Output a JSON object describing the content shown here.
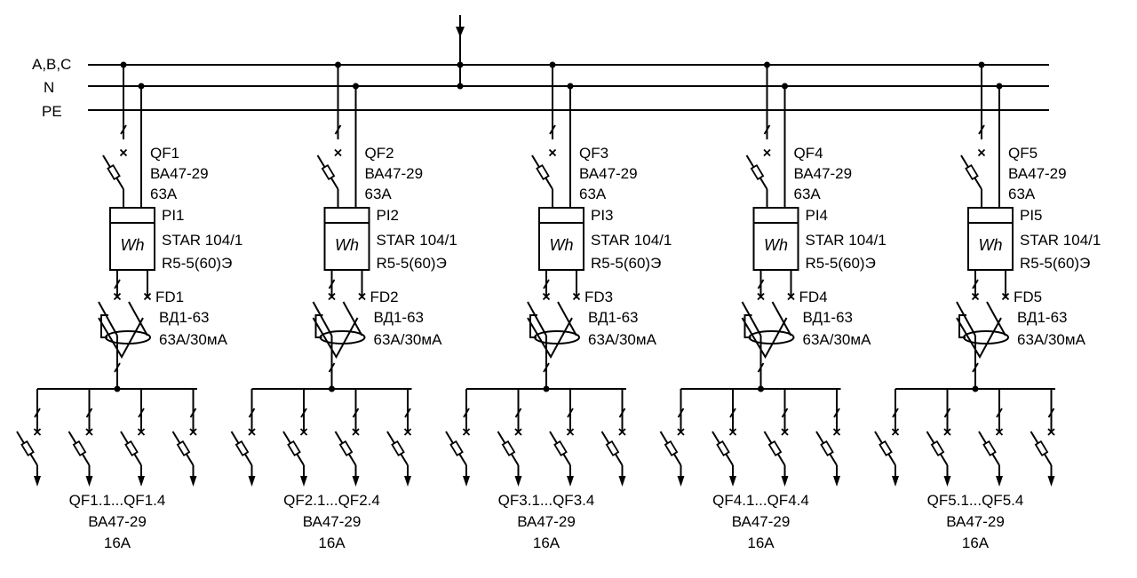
{
  "diagram": {
    "buses": [
      {
        "id": "abc",
        "label": "A,B,C"
      },
      {
        "id": "n",
        "label": "N"
      },
      {
        "id": "pe",
        "label": "PE"
      }
    ],
    "groups": [
      {
        "breaker": {
          "name": "QF1",
          "model": "ВА47-29",
          "rating": "63А"
        },
        "meter": {
          "name": "PI1",
          "model": "STAR 104/1",
          "spec": "R5-5(60)Э",
          "symbol": "Wh"
        },
        "rcd": {
          "name": "FD1",
          "model": "ВД1-63",
          "rating": "63А/30мА"
        },
        "outgoing": {
          "names": "QF1.1...QF1.4",
          "model": "ВА47-29",
          "rating": "16А"
        }
      },
      {
        "breaker": {
          "name": "QF2",
          "model": "ВА47-29",
          "rating": "63А"
        },
        "meter": {
          "name": "PI2",
          "model": "STAR 104/1",
          "spec": "R5-5(60)Э",
          "symbol": "Wh"
        },
        "rcd": {
          "name": "FD2",
          "model": "ВД1-63",
          "rating": "63А/30мА"
        },
        "outgoing": {
          "names": "QF2.1...QF2.4",
          "model": "ВА47-29",
          "rating": "16А"
        }
      },
      {
        "breaker": {
          "name": "QF3",
          "model": "ВА47-29",
          "rating": "63А"
        },
        "meter": {
          "name": "PI3",
          "model": "STAR 104/1",
          "spec": "R5-5(60)Э",
          "symbol": "Wh"
        },
        "rcd": {
          "name": "FD3",
          "model": "ВД1-63",
          "rating": "63А/30мА"
        },
        "outgoing": {
          "names": "QF3.1...QF3.4",
          "model": "ВА47-29",
          "rating": "16А"
        }
      },
      {
        "breaker": {
          "name": "QF4",
          "model": "ВА47-29",
          "rating": "63А"
        },
        "meter": {
          "name": "PI4",
          "model": "STAR 104/1",
          "spec": "R5-5(60)Э",
          "symbol": "Wh"
        },
        "rcd": {
          "name": "FD4",
          "model": "ВД1-63",
          "rating": "63А/30мА"
        },
        "outgoing": {
          "names": "QF4.1...QF4.4",
          "model": "ВА47-29",
          "rating": "16А"
        }
      },
      {
        "breaker": {
          "name": "QF5",
          "model": "ВА47-29",
          "rating": "63А"
        },
        "meter": {
          "name": "PI5",
          "model": "STAR 104/1",
          "spec": "R5-5(60)Э",
          "symbol": "Wh"
        },
        "rcd": {
          "name": "FD5",
          "model": "ВД1-63",
          "rating": "63А/30мА"
        },
        "outgoing": {
          "names": "QF5.1...QF5.4",
          "model": "ВА47-29",
          "rating": "16А"
        }
      }
    ]
  }
}
